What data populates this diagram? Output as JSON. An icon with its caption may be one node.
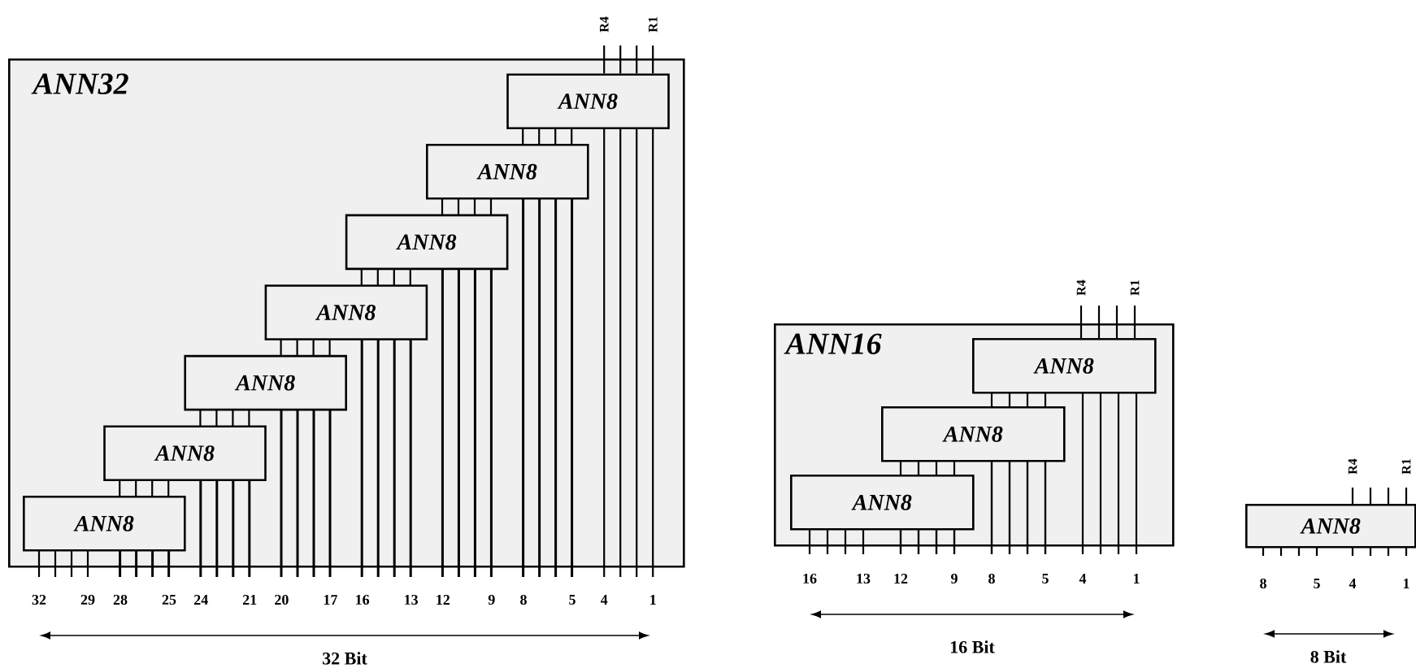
{
  "diagram": {
    "nodes": [
      {
        "text": [
          "ANN32"
        ]
      },
      {
        "text": [
          "ANN8"
        ],
        "in": 0,
        "beside": [
          "R4",
          "R1",
          "4",
          "1"
        ]
      },
      {
        "text": [
          "ANN8"
        ],
        "in": 0,
        "beside": [
          "8",
          "5"
        ]
      },
      {
        "text": [
          "ANN8"
        ],
        "in": 0,
        "beside": [
          "12",
          "9"
        ]
      },
      {
        "text": [
          "ANN8"
        ],
        "in": 0,
        "beside": [
          "16",
          "13"
        ]
      },
      {
        "text": [
          "ANN8"
        ],
        "in": 0,
        "beside": [
          "20",
          "17"
        ]
      },
      {
        "text": [
          "ANN8"
        ],
        "in": 0,
        "beside": [
          "24",
          "21"
        ]
      },
      {
        "text": [
          "ANN8"
        ],
        "in": 0,
        "beside": [
          "32",
          "29",
          "28",
          "25"
        ]
      },
      {
        "text": [
          "ANN16"
        ]
      },
      {
        "text": [
          "ANN8"
        ],
        "in": 8,
        "beside": [
          "R4",
          "R1",
          "4",
          "1"
        ]
      },
      {
        "text": [
          "ANN8"
        ],
        "in": 8,
        "beside": [
          "8",
          "5"
        ]
      },
      {
        "text": [
          "ANN8"
        ],
        "in": 8,
        "beside": [
          "16",
          "13",
          "12",
          "9"
        ]
      },
      {
        "text": [
          "ANN8"
        ],
        "beside": [
          "R4",
          "R1",
          "8",
          "5",
          "4",
          "1"
        ]
      }
    ],
    "labels": [
      "32 Bit",
      "16 Bit",
      "8 Bit"
    ]
  }
}
